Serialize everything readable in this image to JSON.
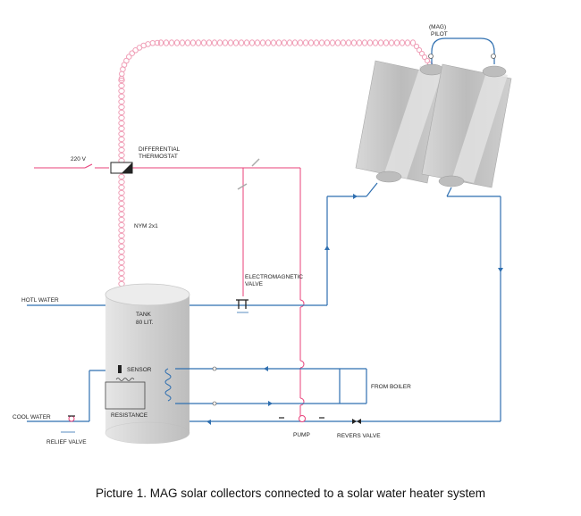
{
  "labels": {
    "mag_pilot_1": "(MAG)",
    "mag_pilot_2": "PILOT",
    "voltage": "220 V",
    "diff_thermostat_1": "DIFFERENTIAL",
    "diff_thermostat_2": "THERMOSTAT",
    "cable": "NYM 2x1",
    "em_valve_1": "ELECTROMAGNETIC",
    "em_valve_2": "VALVE",
    "hot_water": "HOTL WATER",
    "tank_1": "TANK",
    "tank_2": "80 LIT.",
    "sensor": "SENSOR",
    "from_boiler": "FROM BOILER",
    "resistance": "RESISTANCE",
    "cool_water": "COOL WATER",
    "relief_valve": "RELIEF VALVE",
    "pump": "PUMP",
    "revers_valve": "REVERS VALVE"
  },
  "caption": "Picture 1. MAG solar collectors connected to a solar water heater system",
  "colors": {
    "water_pipe": "#2f6fb0",
    "electric": "#e8407a",
    "coil_cable": "#f0a0b8",
    "tank_fill": "#d8d8d8",
    "collector": "#c4c4c4"
  }
}
